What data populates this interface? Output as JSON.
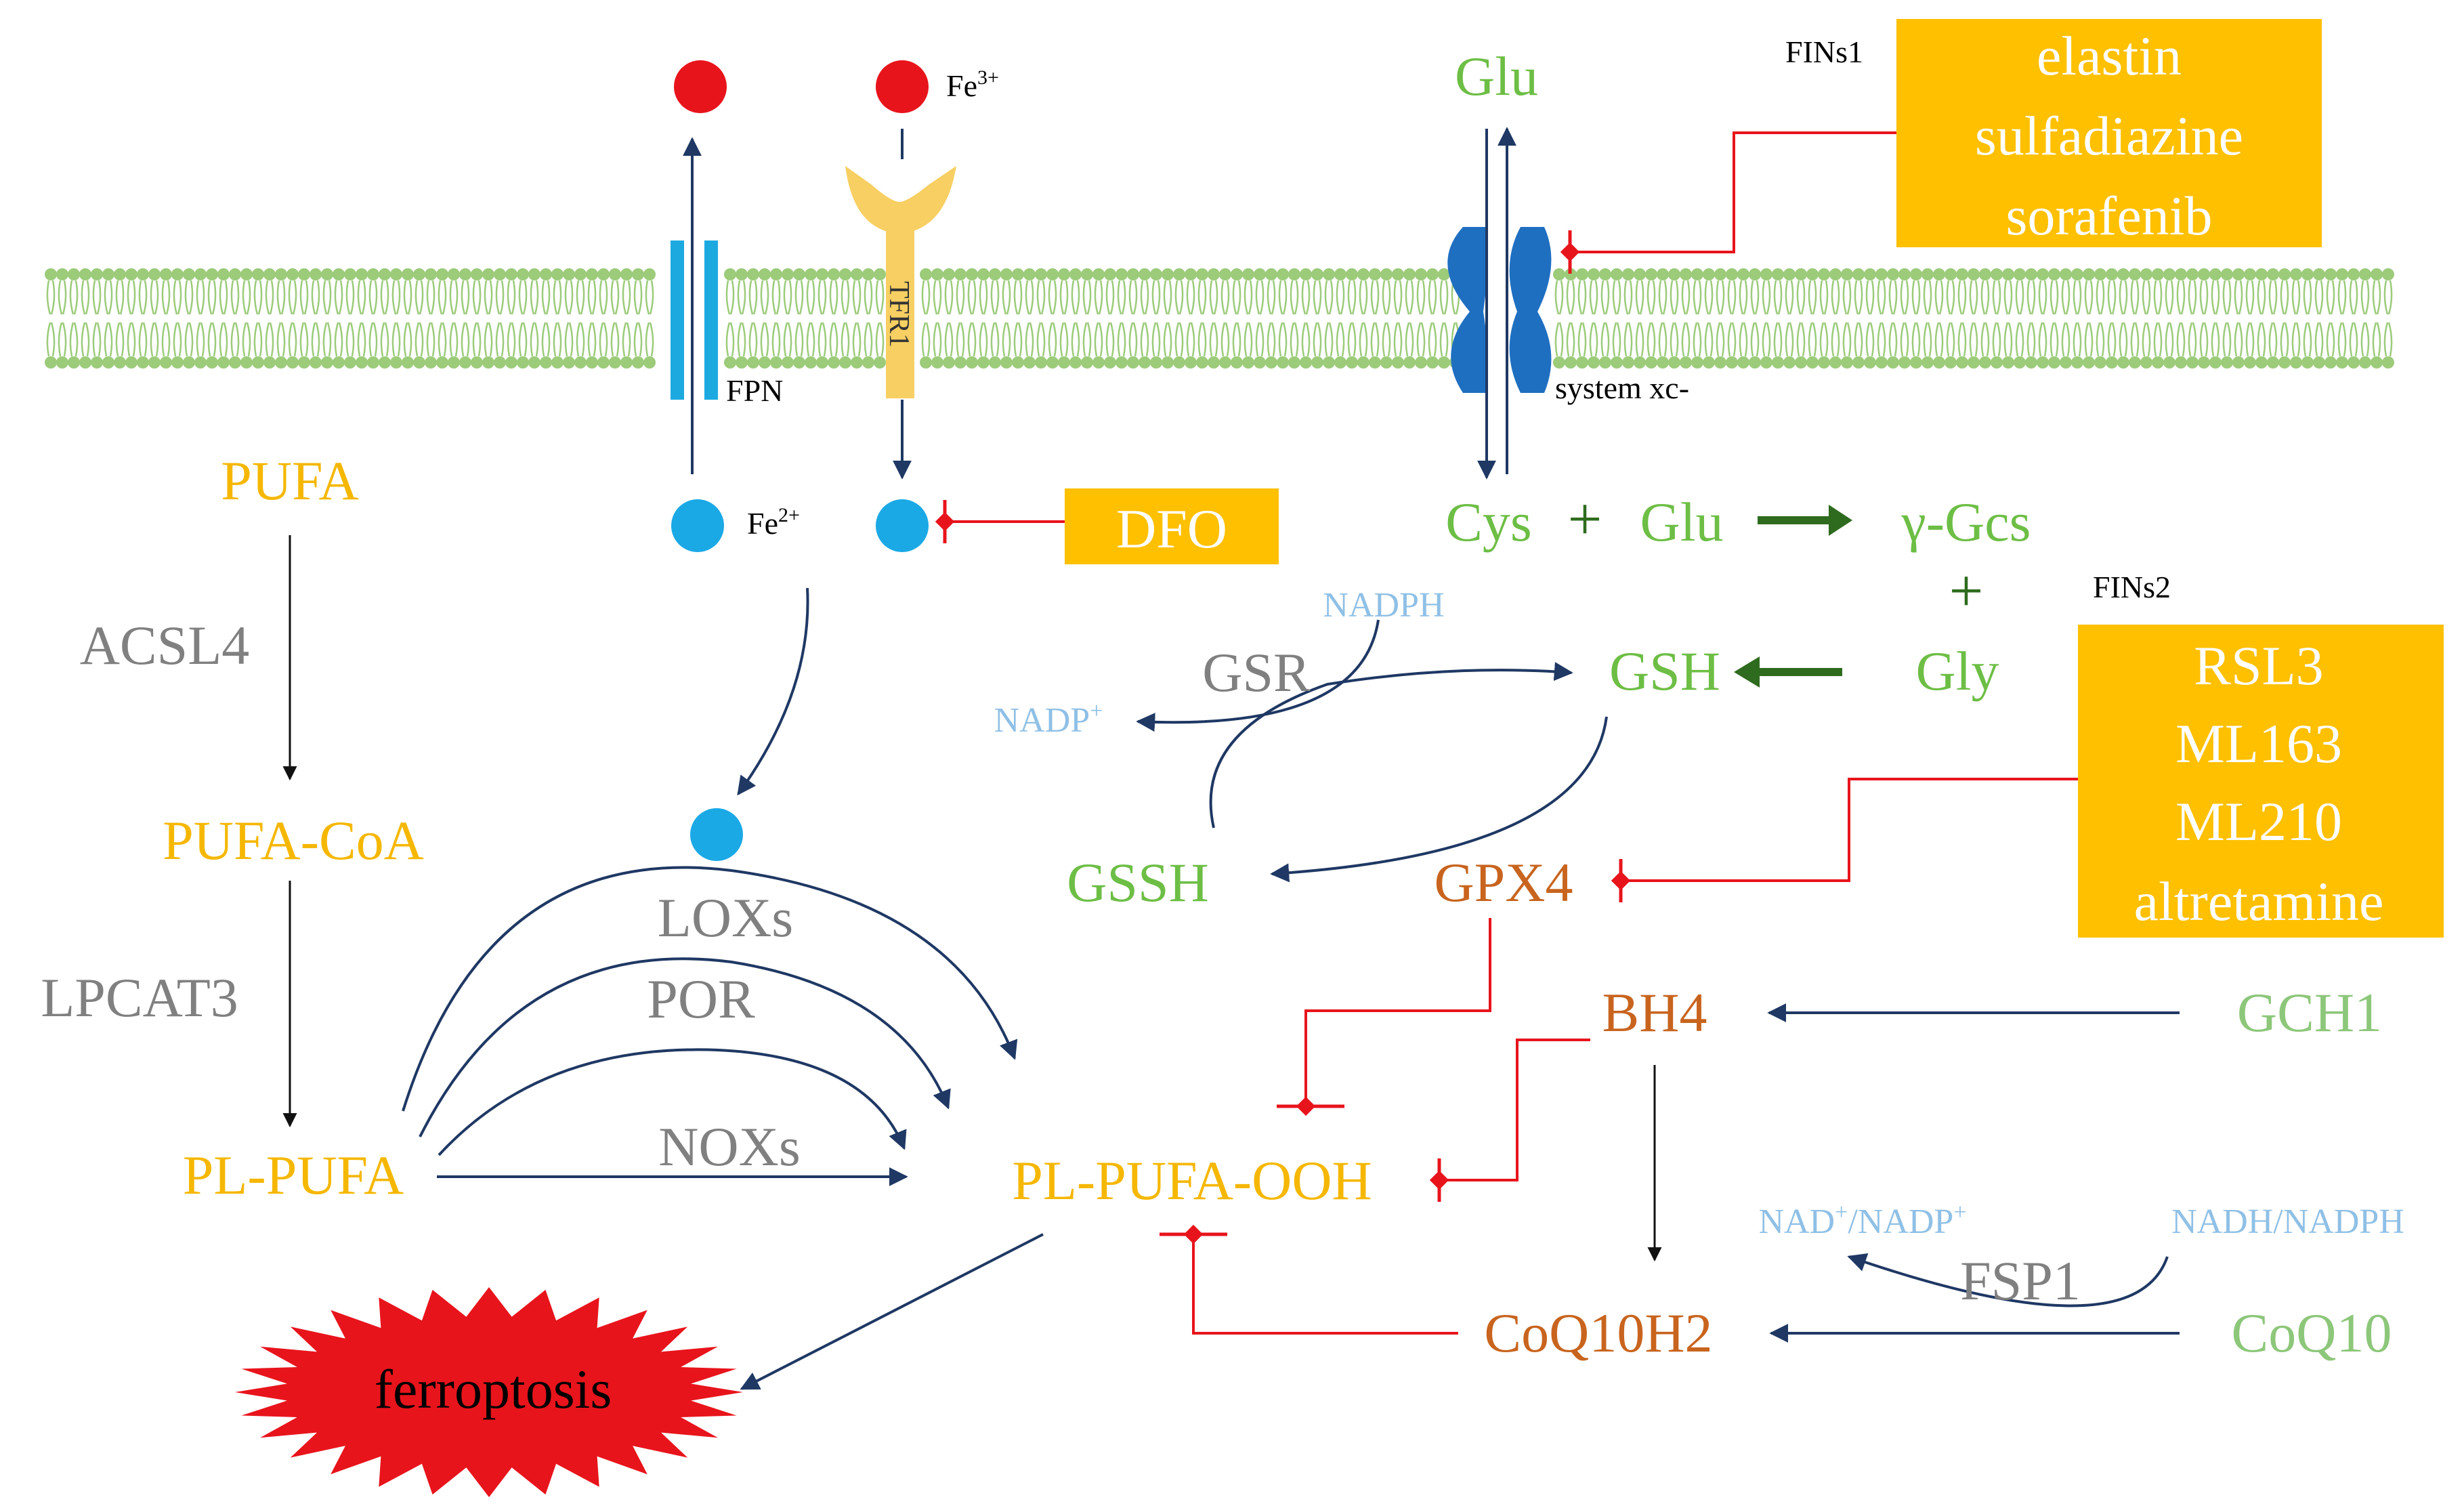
{
  "colors": {
    "yellow": "#F5B700",
    "green": "#6DBE45",
    "pale_green": "#8DC77A",
    "dark_green": "#2E6B1E",
    "gray": "#808080",
    "orange": "#C8641E",
    "light_blue": "#8FC0E6",
    "navy": "#1F3864",
    "red": "#E8141C",
    "box_fill": "#FFC000",
    "iron_red": "#E8141C",
    "iron_blue": "#1BA9E6",
    "membrane": "#9CCB7A",
    "fpn": "#1CA9E0",
    "tfr1": "#F7CF62",
    "xc": "#1F6FC1"
  },
  "labels": {
    "fe3": "Fe",
    "fe3_sup": "3+",
    "fe2": "Fe",
    "fe2_sup": "2+",
    "fpn": "FPN",
    "tfr1": "TFR1",
    "system_xc": "system xc-",
    "glu_top": "Glu",
    "fins1_title": "FINs1",
    "fins1_items": [
      "elastin",
      "sulfadiazine",
      "sorafenib"
    ],
    "fins2_title": "FINs2",
    "fins2_items": [
      "RSL3",
      "ML163",
      "ML210",
      "altretamine"
    ],
    "dfo": "DFO",
    "pufa": "PUFA",
    "acsl4": "ACSL4",
    "pufa_coa": "PUFA-CoA",
    "lpcat3": "LPCAT3",
    "pl_pufa": "PL-PUFA",
    "loxs": "LOXs",
    "por": "POR",
    "noxs": "NOXs",
    "pl_pufa_ooh": "PL-PUFA-OOH",
    "ferroptosis": "ferroptosis",
    "cys": "Cys",
    "plus": "+",
    "glu": "Glu",
    "gamma_gcs": "γ-Gcs",
    "gly": "Gly",
    "gsh": "GSH",
    "gsr": "GSR",
    "nadph": "NADPH",
    "nadp": "NADP",
    "nadp_sup": "+",
    "gssh": "GSSH",
    "gpx4": "GPX4",
    "bh4": "BH4",
    "gch1": "GCH1",
    "nad_nadp": "NAD",
    "nad_sup": "+",
    "nad_nadp_2": "/NADP",
    "nad_sup_2": "+",
    "nadh_nadph": "NADH/NADPH",
    "fsp1": "FSP1",
    "coq10h2": "CoQ10H2",
    "coq10": "CoQ10"
  }
}
